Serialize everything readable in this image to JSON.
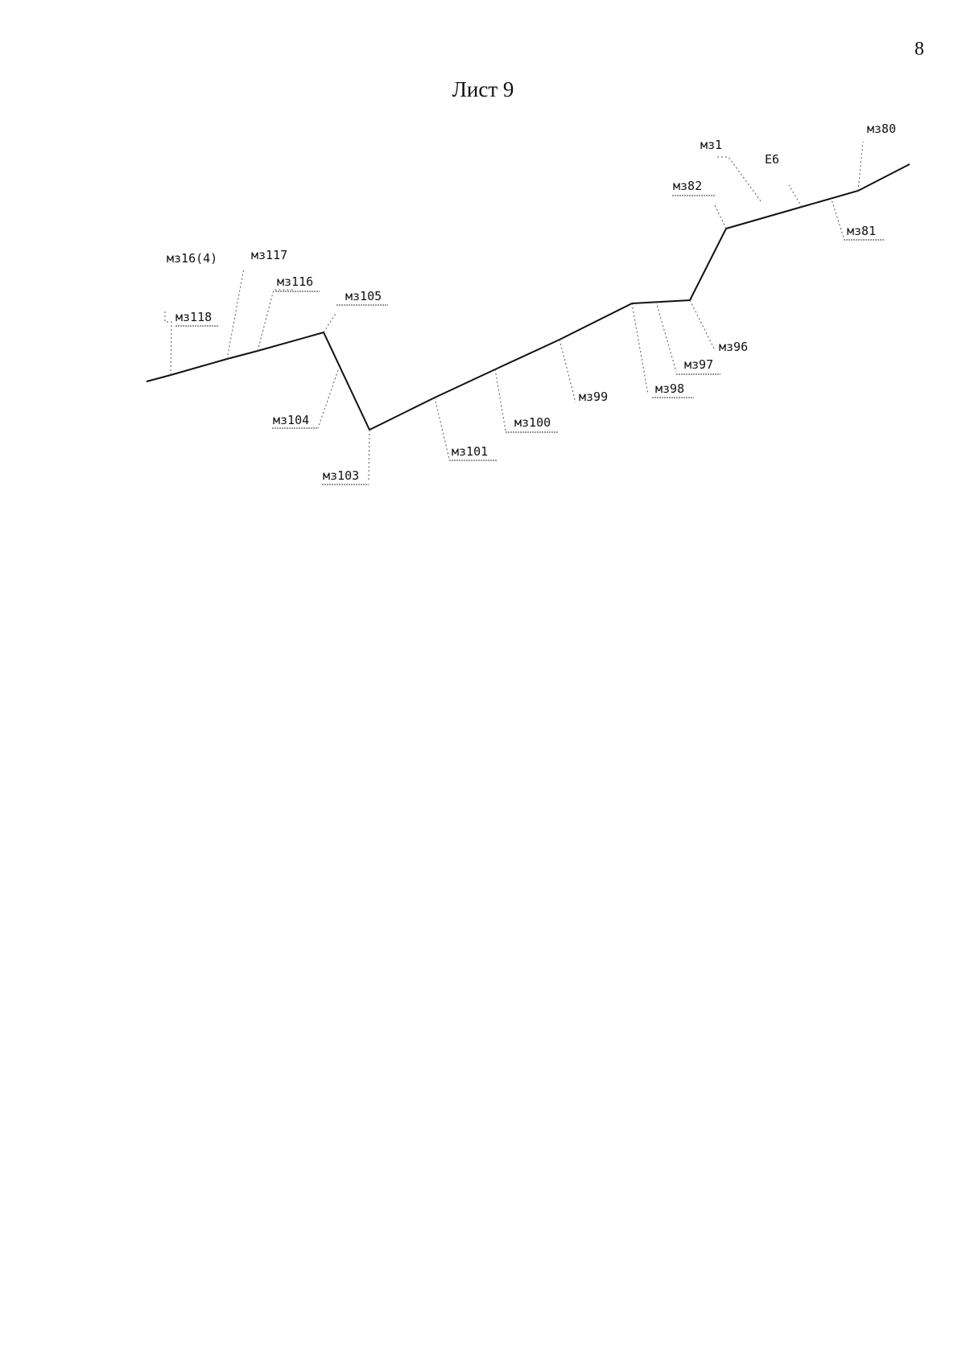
{
  "header": {
    "page_number": "8",
    "sheet_title": "Лист 9"
  },
  "diagram": {
    "labels": {
      "ms80": "мз80",
      "ms1": "мз1",
      "e6": "Е6",
      "ms82": "мз82",
      "ms81": "мз81",
      "ms16_4": "мз16(4)",
      "ms117": "мз117",
      "ms116": "мз116",
      "ms118": "мз118",
      "ms105": "мз105",
      "ms104": "мз104",
      "ms103": "мз103",
      "ms101": "мз101",
      "ms100": "мз100",
      "ms99": "мз99",
      "ms98": "мз98",
      "ms97": "мз97",
      "ms96": "мз96"
    }
  }
}
